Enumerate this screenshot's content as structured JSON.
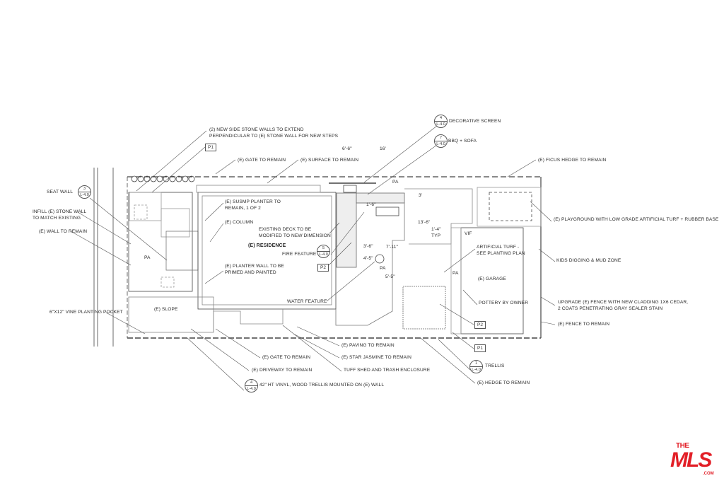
{
  "labels": {
    "new_side_walls_1": "(2) NEW SIDE STONE WALLS TO EXTEND",
    "new_side_walls_2": "PERPENDICULAR TO (E) STONE WALL FOR NEW STEPS",
    "gate_top": "(E) GATE TO REMAIN",
    "surface": "(E) SURFACE TO REMAIN",
    "decorative_screen": "DECORATIVE SCREEN",
    "bbq_sofa": "BBQ + SOFA",
    "ficus_hedge": "(E) FICUS HEDGE TO REMAIN",
    "seat_wall": "SEAT WALL",
    "infill_1": "INFILL (E) STONE WALL",
    "infill_2": "TO MATCH EXISTING",
    "wall_remain": "(E) WALL TO REMAIN",
    "susmp_1": "(E) SUSMP PLANTER TO",
    "susmp_2": "REMAIN, 1 OF 2",
    "column": "(E) COLUMN",
    "deck_1": "EXISTING DECK TO BE",
    "deck_2": "MODIFIED TO NEW DIMENSION",
    "residence": "(E) RESIDENCE",
    "fire_feature": "FIRE FEATURE",
    "planter_wall_1": "(E) PLANTER WALL TO BE",
    "planter_wall_2": "PRIMED AND PAINTED",
    "pa": "PA",
    "turf_1": "ARTIFICIAL TURF -",
    "turf_2": "SEE PLANTING PLAN",
    "garage": "(E) GARAGE",
    "playground": "(E) PLAYGROUND WITH LOW GRADE ARTIFICIAL TURF + RUBBER BASE",
    "kids": "KIDS DIGGING & MUD ZONE",
    "water_feature": "WATER FEATURE",
    "pottery": "POTTERY BY OWNER",
    "fence_upgrade_1": "UPGRADE (E) FENCE WITH NEW CLADDING 1X6 CEDAR,",
    "fence_upgrade_2": "2 COATS PENETRATING GRAY SEALER STAIN",
    "fence_remain": "(E) FENCE TO REMAIN",
    "vine_pocket": "6\"X12\" VINE PLANTING POCKET",
    "slope": "(E) SLOPE",
    "paving": "(E) PAVING TO REMAIN",
    "gate_bottom": "(E) GATE TO REMAIN",
    "star_jasmine": "(E) STAR JASMINE TO REMAIN",
    "driveway": "(E) DRIVEWAY TO REMAIN",
    "tuff_shed": "TUFF SHED AND TRASH ENCLOSURE",
    "trellis": "TRELLIS",
    "vinyl_trellis": "42\" HT VINYL, WOOD TRELLIS MOUNTED ON (E) WALL",
    "hedge": "(E) HEDGE TO REMAIN"
  },
  "dimensions": {
    "d_6_6": "6'-6\"",
    "d_16": "16'",
    "d_1_6": "1'-6\"",
    "d_3": "3'",
    "d_13_6": "13'-6\"",
    "d_1_4": "1'-4\"",
    "typ": "TYP",
    "vif": "VIF",
    "d_3_6": "3'-6\"",
    "d_7_11": "7'-11\"",
    "d_4_5": "4'-5\"",
    "d_5_5": "5'-5\""
  },
  "tags": {
    "p1": "P1",
    "p2": "P2"
  },
  "refs": {
    "sheet": "L-4.0",
    "decorative_screen": "4",
    "bbq_sofa": "7",
    "seat_wall": "3",
    "fire_feature": "5",
    "trellis": "1",
    "vinyl_trellis": "4"
  },
  "logo": {
    "the": "THE",
    "mls": "MLS",
    "com": ".COM"
  }
}
